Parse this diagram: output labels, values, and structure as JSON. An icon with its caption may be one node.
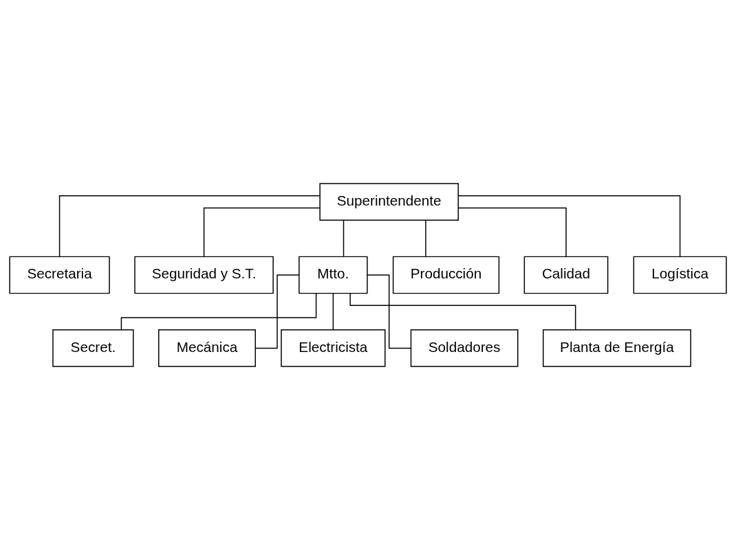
{
  "diagram": {
    "nodes": [
      {
        "text": [
          "Superintendente"
        ]
      },
      {
        "text": [
          "Secretaria"
        ]
      },
      {
        "text": [
          "Seguridad y S.T."
        ]
      },
      {
        "text": [
          "Mtto."
        ]
      },
      {
        "text": [
          "Producción"
        ]
      },
      {
        "text": [
          "Calidad"
        ]
      },
      {
        "text": [
          "Logística"
        ]
      },
      {
        "text": [
          "Secret."
        ]
      },
      {
        "text": [
          "Mecánica"
        ]
      },
      {
        "text": [
          "Electricista"
        ]
      },
      {
        "text": [
          "Soldadores"
        ]
      },
      {
        "text": [
          "Planta de Energía"
        ]
      }
    ],
    "edges": [
      {
        "from": 0,
        "to": 1,
        "arrow": "none"
      },
      {
        "from": 0,
        "to": 2,
        "arrow": "none"
      },
      {
        "from": 0,
        "to": 3,
        "arrow": "none"
      },
      {
        "from": 0,
        "to": 4,
        "arrow": "none"
      },
      {
        "from": 0,
        "to": 5,
        "arrow": "none"
      },
      {
        "from": 0,
        "to": 6,
        "arrow": "none"
      },
      {
        "from": 3,
        "to": 7,
        "arrow": "none"
      },
      {
        "from": 3,
        "to": 8,
        "arrow": "none"
      },
      {
        "from": 3,
        "to": 9,
        "arrow": "none"
      },
      {
        "from": 3,
        "to": 10,
        "arrow": "none"
      },
      {
        "from": 3,
        "to": 11,
        "arrow": "none"
      }
    ]
  }
}
